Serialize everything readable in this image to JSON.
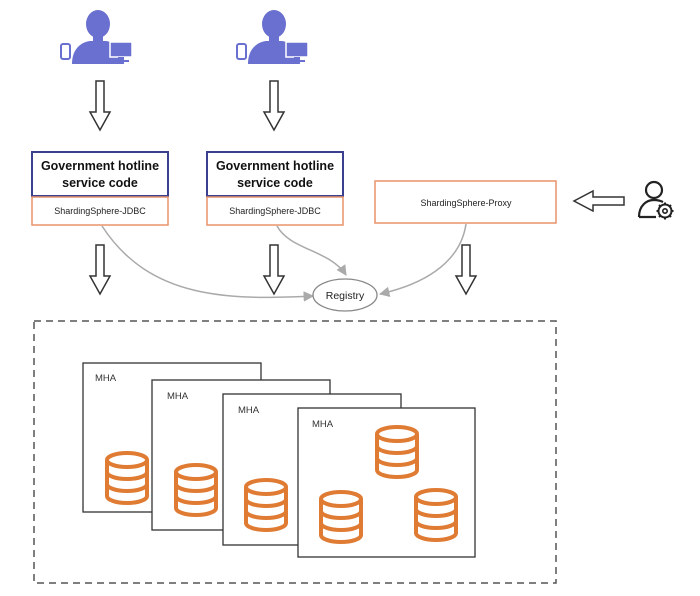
{
  "colors": {
    "user_icon": "#6a70cf",
    "app_box_border": "#3b3f8f",
    "jdbc_border": "#e8926a",
    "db_icon": "#e07b33",
    "arrow": "#333333",
    "curve": "#aaaaaa",
    "dashed_border": "#555555"
  },
  "icons": {
    "end_user": "user-with-phone-and-monitor-icon",
    "operator": "user-gear-icon",
    "database": "database-stack-icon"
  },
  "apps": [
    {
      "title_line1": "Government hotline",
      "title_line2": "service code",
      "driver": "ShardingSphere-JDBC"
    },
    {
      "title_line1": "Government hotline",
      "title_line2": "service code",
      "driver": "ShardingSphere-JDBC"
    }
  ],
  "proxy": {
    "label": "ShardingSphere-Proxy"
  },
  "registry": {
    "label": "Registry"
  },
  "mha_groups": [
    {
      "label": "MHA"
    },
    {
      "label": "MHA"
    },
    {
      "label": "MHA"
    },
    {
      "label": "MHA"
    }
  ]
}
